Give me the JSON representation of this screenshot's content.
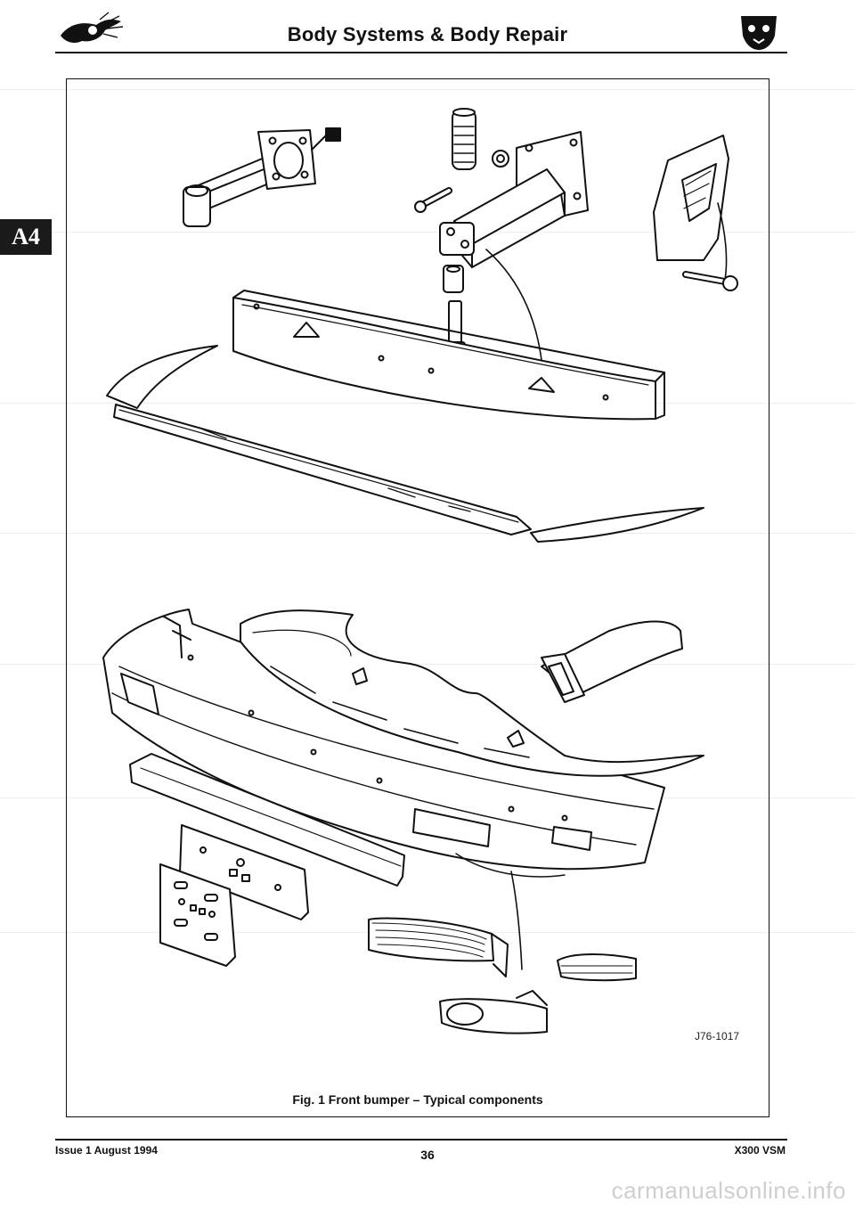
{
  "header": {
    "title": "Body Systems & Body Repair",
    "left_logo_icon": "leaping-jaguar-logo-icon",
    "right_logo_icon": "jaguar-head-emblem-icon"
  },
  "section_tab": {
    "label": "A4"
  },
  "figure": {
    "reference_code": "J76-1017",
    "caption": "Fig. 1 Front bumper – Typical components"
  },
  "footer": {
    "issue": "Issue 1 August 1994",
    "page_number": "36",
    "document_id": "X300 VSM"
  },
  "watermark": {
    "text": "carmanualsonline.info"
  }
}
